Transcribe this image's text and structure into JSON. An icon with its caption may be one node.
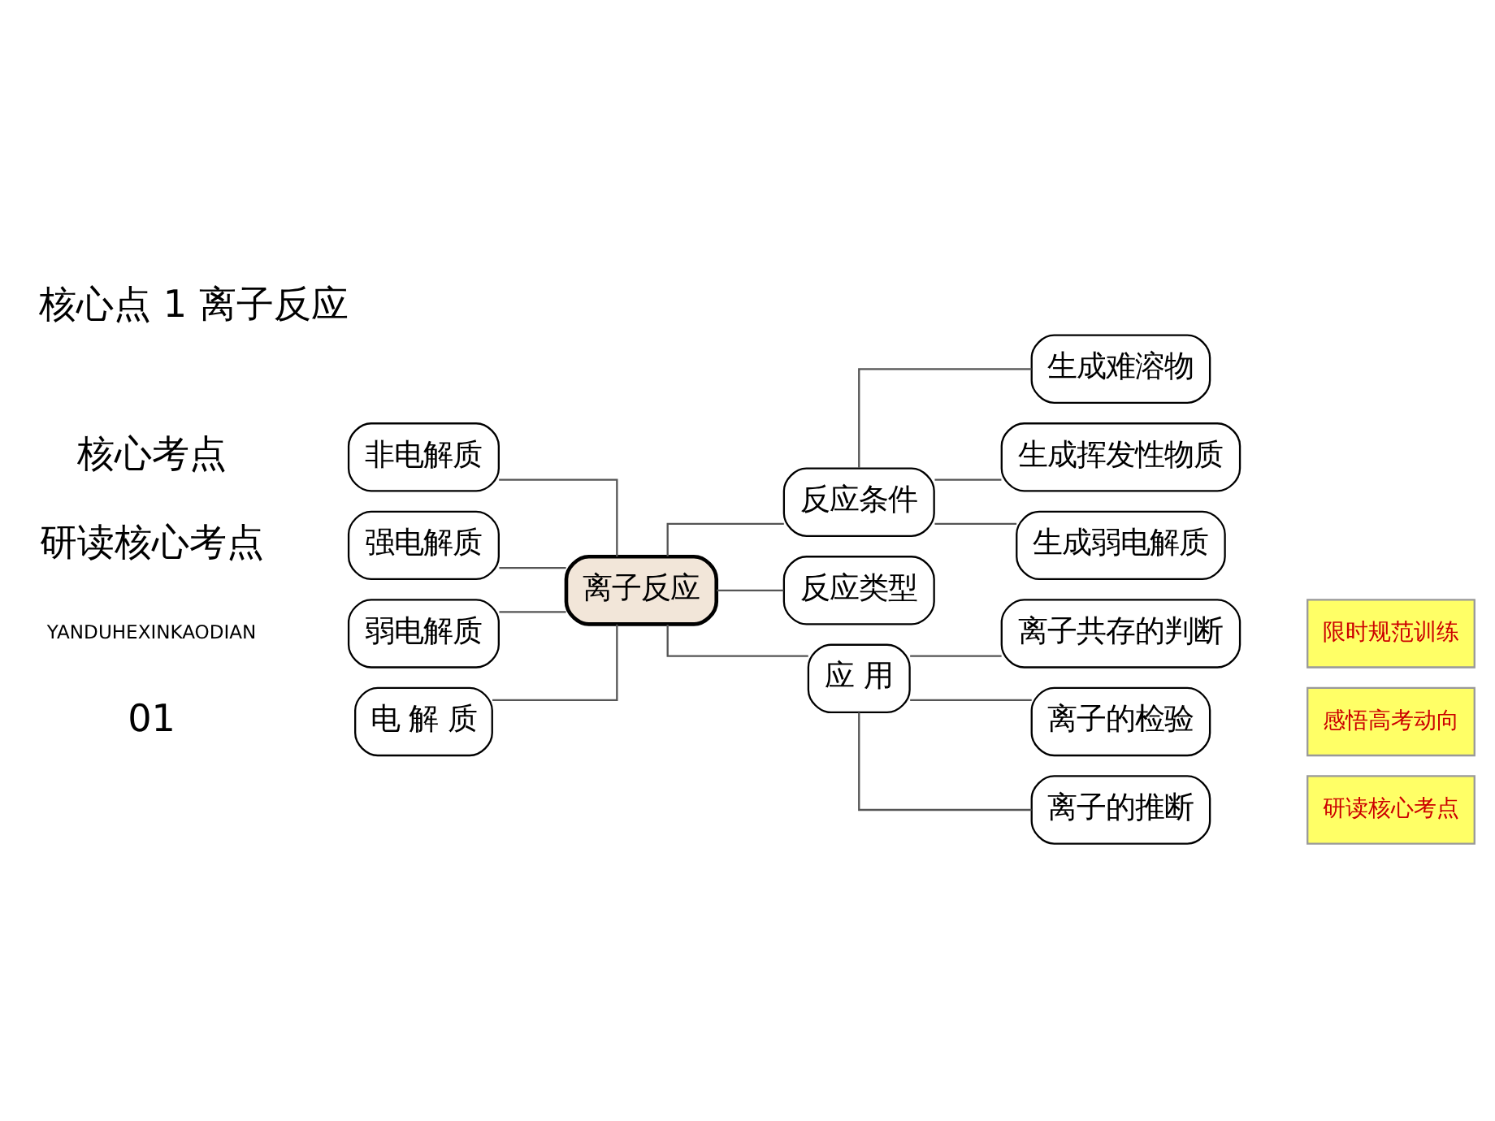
{
  "diagram": {
    "title": "核心点 1 离子反应",
    "nodes": [
      {
        "text": [
          "电 解 质"
        ]
      },
      {
        "text": [
          "非电解质"
        ]
      },
      {
        "text": [
          "强电解质"
        ]
      },
      {
        "text": [
          "弱电解质"
        ]
      },
      {
        "text": [
          "离子反应"
        ]
      },
      {
        "text": [
          "反应条件"
        ]
      },
      {
        "text": [
          "反应类型"
        ]
      },
      {
        "text": [
          "应 用"
        ]
      },
      {
        "text": [
          "生成难溶物"
        ]
      },
      {
        "text": [
          "生成挥发性物质"
        ]
      },
      {
        "text": [
          "生成弱电解质"
        ]
      },
      {
        "text": [
          "离子共存的判断"
        ]
      },
      {
        "text": [
          "离子的检验"
        ]
      },
      {
        "text": [
          "离子的推断"
        ]
      },
      {
        "text": [
          "研读核心考点"
        ]
      },
      {
        "text": [
          "感悟高考动向"
        ]
      },
      {
        "text": [
          "限时规范训练"
        ]
      }
    ],
    "edges": [
      {
        "from": 0,
        "to": 4,
        "arrow": "none"
      },
      {
        "from": 1,
        "to": 4,
        "arrow": "none"
      },
      {
        "from": 2,
        "to": 4,
        "arrow": "none"
      },
      {
        "from": 3,
        "to": 4,
        "arrow": "none"
      },
      {
        "from": 4,
        "to": 5,
        "arrow": "none"
      },
      {
        "from": 4,
        "to": 6,
        "arrow": "none"
      },
      {
        "from": 4,
        "to": 7,
        "arrow": "none"
      },
      {
        "from": 5,
        "to": 8,
        "arrow": "none"
      },
      {
        "from": 5,
        "to": 9,
        "arrow": "none"
      },
      {
        "from": 5,
        "to": 10,
        "arrow": "none"
      },
      {
        "from": 7,
        "to": 11,
        "arrow": "none"
      },
      {
        "from": 7,
        "to": 12,
        "arrow": "none"
      },
      {
        "from": 7,
        "to": 13,
        "arrow": "none"
      }
    ],
    "labels": [
      "01",
      "YANDUHEXINKAODIAN",
      "研读核心考点",
      "核心考点"
    ]
  }
}
